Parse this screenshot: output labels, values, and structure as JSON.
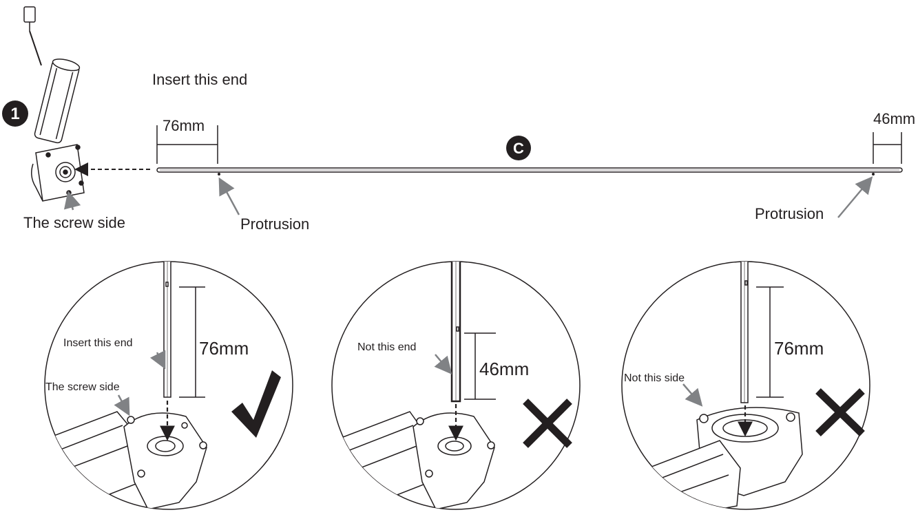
{
  "step": {
    "number": "1"
  },
  "top_diagram": {
    "insert_label": "Insert this end",
    "left_dimension": "76mm",
    "right_dimension": "46mm",
    "part_letter": "C",
    "protrusion_left": "Protrusion",
    "protrusion_right": "Protrusion",
    "screw_side_label": "The screw side"
  },
  "panels": [
    {
      "end_label": "Insert this end",
      "side_label": "The screw side",
      "dimension": "76mm",
      "verdict": "correct"
    },
    {
      "end_label": "Not this end",
      "dimension": "46mm",
      "verdict": "incorrect"
    },
    {
      "side_label": "Not this side",
      "dimension": "76mm",
      "verdict": "incorrect"
    }
  ],
  "colors": {
    "ink": "#231f20",
    "arrow_gray": "#808285",
    "badge": "#231f20"
  }
}
